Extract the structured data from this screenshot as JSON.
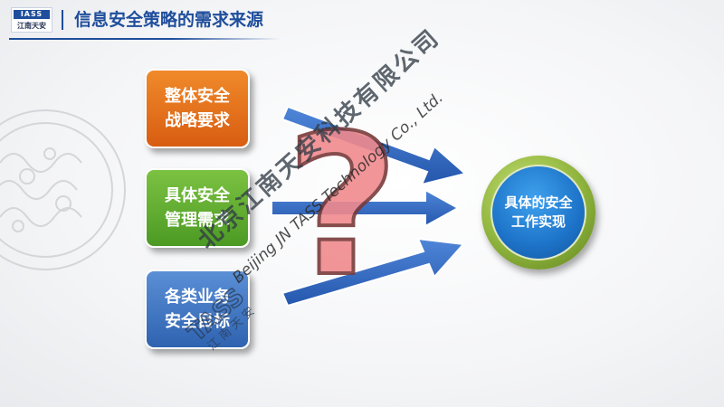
{
  "header": {
    "logo_text": "IASS",
    "logo_cn": "江南天安",
    "title": "信息安全策略的需求来源"
  },
  "diagram": {
    "sources": [
      {
        "label_line1": "整体安全",
        "label_line2": "战略要求",
        "color": "#e67321"
      },
      {
        "label_line1": "具体安全",
        "label_line2": "管理需求",
        "color": "#62ab31"
      },
      {
        "label_line1": "各类业务",
        "label_line2": "安全目标",
        "color": "#4478c4"
      }
    ],
    "target": {
      "label_line1": "具体的安全",
      "label_line2": "工作实现",
      "color": "#1d73c8",
      "ring_color": "#8fb43c"
    },
    "center_symbol": "?",
    "arrow_color": "#2f66c2"
  },
  "watermark": {
    "company_cn": "北京江南天安科技有限公司",
    "company_en": "Beijing JN TASS Technology Co., Ltd.",
    "logo_letters": "TASS",
    "logo_cn": "江南天安",
    "registered": "®"
  }
}
